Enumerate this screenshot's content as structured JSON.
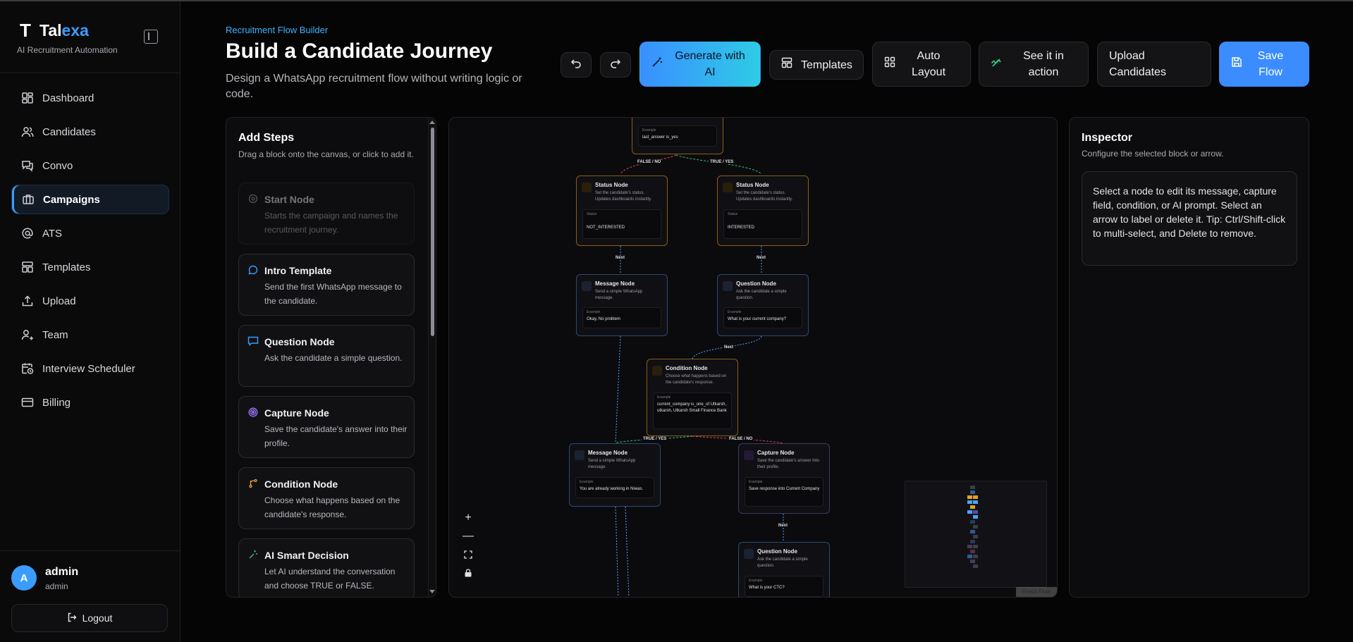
{
  "brand": {
    "name_main": "Tal",
    "name_accent": "exa",
    "tagline": "AI Recruitment Automation"
  },
  "nav": [
    {
      "label": "Dashboard",
      "icon": "dashboard-icon",
      "active": false
    },
    {
      "label": "Candidates",
      "icon": "users-icon",
      "active": false
    },
    {
      "label": "Convo",
      "icon": "chat-icon",
      "active": false
    },
    {
      "label": "Campaigns",
      "icon": "briefcase-icon",
      "active": true
    },
    {
      "label": "ATS",
      "icon": "at-icon",
      "active": false
    },
    {
      "label": "Templates",
      "icon": "layout-icon",
      "active": false
    },
    {
      "label": "Upload",
      "icon": "upload-icon",
      "active": false
    },
    {
      "label": "Team",
      "icon": "team-icon",
      "active": false
    },
    {
      "label": "Interview Scheduler",
      "icon": "calendar-clock-icon",
      "active": false
    },
    {
      "label": "Billing",
      "icon": "credit-card-icon",
      "active": false
    }
  ],
  "user": {
    "initial": "A",
    "name": "admin",
    "role": "admin",
    "logout_label": "Logout"
  },
  "header": {
    "eyebrow": "Recruitment Flow Builder",
    "title": "Build a Candidate Journey",
    "description": "Design a WhatsApp recruitment flow without writing logic or code."
  },
  "toolbar": {
    "generate": "Generate with AI",
    "templates": "Templates",
    "auto_layout": "Auto Layout",
    "see_action": "See it in action",
    "upload": "Upload Candidates",
    "save": "Save Flow"
  },
  "steps_panel": {
    "title": "Add Steps",
    "subtitle": "Drag a block onto the canvas, or click to add it.",
    "cards": [
      {
        "title": "Start Node",
        "desc": "Starts the campaign and names the recruitment journey.",
        "icon": "start-icon",
        "disabled": true
      },
      {
        "title": "Intro Template",
        "desc": "Send the first WhatsApp message to the candidate.",
        "icon": "chat-bubble-icon",
        "disabled": false
      },
      {
        "title": "Question Node",
        "desc": "Ask the candidate a simple question.",
        "icon": "question-icon",
        "disabled": false
      },
      {
        "title": "Capture Node",
        "desc": "Save the candidate's answer into their profile.",
        "icon": "target-icon",
        "disabled": false
      },
      {
        "title": "Condition Node",
        "desc": "Choose what happens based on the candidate's response.",
        "icon": "branch-icon",
        "disabled": false
      },
      {
        "title": "AI Smart Decision",
        "desc": "Let AI understand the conversation and choose TRUE or FALSE.",
        "icon": "sparkle-icon",
        "disabled": false
      }
    ]
  },
  "inspector": {
    "title": "Inspector",
    "subtitle": "Configure the selected block or arrow.",
    "body": "Select a node to edit its message, capture field, condition, or AI prompt. Select an arrow to label or delete it. Tip: Ctrl/Shift-click to multi-select, and Delete to remove."
  },
  "flow": {
    "nodes": [
      {
        "id": "n0",
        "title": "",
        "desc": "",
        "ex_label": "Example",
        "ex_value": "last_answer is_yes"
      },
      {
        "id": "n1",
        "title": "Status Node",
        "desc": "Set the candidate's status. Updates dashboards instantly.",
        "ex_label": "Status",
        "ex_value": "NOT_INTERESTED"
      },
      {
        "id": "n2",
        "title": "Status Node",
        "desc": "Set the candidate's status. Updates dashboards instantly.",
        "ex_label": "Status",
        "ex_value": "INTERESTED"
      },
      {
        "id": "n3",
        "title": "Message Node",
        "desc": "Send a simple WhatsApp message.",
        "ex_label": "Example",
        "ex_value": "Okay, No problem"
      },
      {
        "id": "n4",
        "title": "Question Node",
        "desc": "Ask the candidate a simple question.",
        "ex_label": "Example",
        "ex_value": "What is your current company?"
      },
      {
        "id": "n5",
        "title": "Condition Node",
        "desc": "Choose what happens based on the candidate's response.",
        "ex_label": "Example",
        "ex_value": "current_company is_one_of Utkarsh, utkarsh, Utkarsh Small Finance Bank"
      },
      {
        "id": "n6",
        "title": "Message Node",
        "desc": "Send a simple WhatsApp message.",
        "ex_label": "Example",
        "ex_value": "You are already working in Niwas."
      },
      {
        "id": "n7",
        "title": "Capture Node",
        "desc": "Save the candidate's answer into their profile.",
        "ex_label": "Example",
        "ex_value": "Save response into Current Company"
      },
      {
        "id": "n8",
        "title": "Question Node",
        "desc": "Ask the candidate a simple question.",
        "ex_label": "Example",
        "ex_value": "What is your CTC?"
      }
    ],
    "edge_labels": {
      "false_no": "FALSE / NO",
      "true_yes": "TRUE / YES",
      "next": "Next"
    },
    "attribution": "React Flow",
    "zoom_in": "+",
    "zoom_out": "—"
  },
  "colors": {
    "accent": "#3b9cff",
    "true_edge": "#35c27a",
    "false_edge": "#e04848",
    "status_border": "#8a5d1c"
  }
}
